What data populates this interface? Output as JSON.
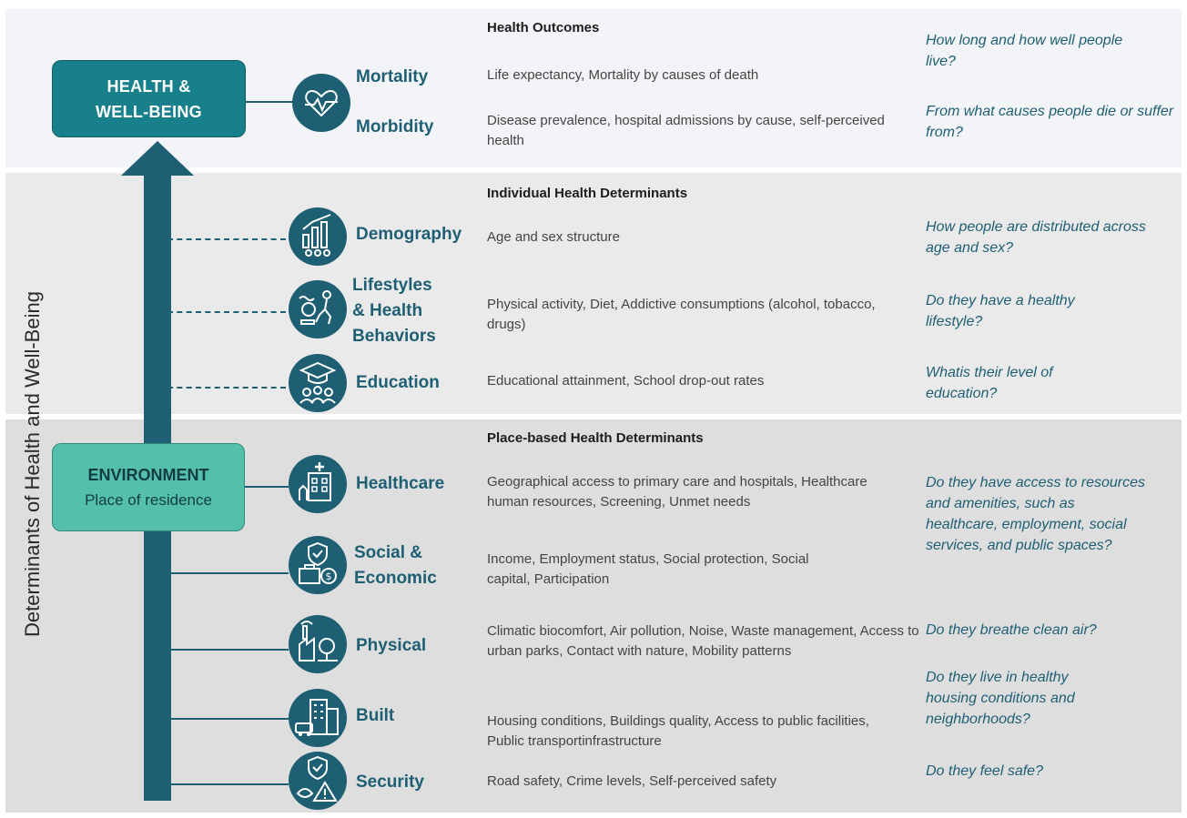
{
  "vertical_label": "Determinants of Health and Well-Being",
  "boxes": {
    "health": [
      "HEALTH &",
      "WELL-BEING"
    ],
    "environment": {
      "title": "ENVIRONMENT",
      "subtitle": "Place of residence"
    }
  },
  "sections": {
    "outcomes": {
      "heading": "Health Outcomes",
      "categories": {
        "mortality": "Mortality",
        "morbidity": "Morbidity"
      },
      "descriptions": {
        "mortality": "Life expectancy, Mortality by causes of death",
        "morbidity": "Disease prevalence, hospital admissions by cause, self-perceived health"
      },
      "questions": {
        "q1": "How long and how well people live?",
        "q2": "From what causes people die or suffer from?"
      }
    },
    "individual": {
      "heading": "Individual Health Determinants",
      "categories": {
        "demography": "Demography",
        "lifestyles": [
          "Lifestyles",
          "& Health",
          "Behaviors"
        ],
        "education": "Education"
      },
      "descriptions": {
        "demography": "Age and sex structure",
        "lifestyles": "Physical activity, Diet, Addictive consumptions (alcohol, tobacco, drugs)",
        "education": "Educational attainment, School drop-out rates"
      },
      "questions": {
        "demography": "How people are distributed across age and sex?",
        "lifestyles": "Do they have a healthy lifestyle?",
        "education": "Whatis their level of education?"
      }
    },
    "place": {
      "heading": "Place-based Health Determinants",
      "categories": {
        "healthcare": "Healthcare",
        "social": [
          "Social &",
          "Economic"
        ],
        "physical": "Physical",
        "built": "Built",
        "security": "Security"
      },
      "descriptions": {
        "healthcare": "Geographical access to primary care and hospitals, Healthcare human resources, Screening, Unmet needs",
        "social": "Income, Employment status, Social protection, Social capital, Participation",
        "physical": "Climatic biocomfort, Air pollution, Noise, Waste management, Access to urban parks, Contact with nature, Mobility patterns",
        "built": "Housing conditions, Buildings quality, Access to public facilities, Public transportinfrastructure",
        "security": "Road safety, Crime levels, Self-perceived safety"
      },
      "questions": {
        "access": "Do they have access to resources and amenities, such as healthcare, employment, social services, and public spaces?",
        "air": "Do they breathe clean air?",
        "housing": "Do they live in healthy housing conditions and neighborhoods?",
        "safe": "Do they feel safe?"
      }
    }
  },
  "icons": [
    "heart-pulse-icon",
    "population-chart-icon",
    "lifestyle-icon",
    "graduation-icon",
    "hospital-icon",
    "social-economic-icon",
    "factory-tree-icon",
    "buildings-bus-icon",
    "shield-warning-icon"
  ],
  "colors": {
    "teal_dark": "#1e5f74",
    "teal_box": "#17808a",
    "mint_box": "#54c0ac",
    "band_top": "#f3f4f7",
    "band_mid": "#eaeaea",
    "band_bot": "#dedede"
  }
}
